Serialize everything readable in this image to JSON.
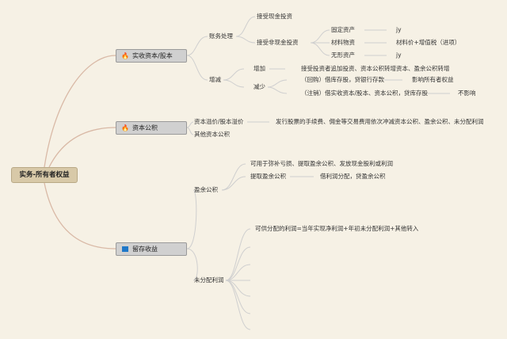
{
  "root": {
    "label": "实务-所有者权益"
  },
  "topics": {
    "paid_in": "实收资本/股本",
    "capital_reserve": "资本公积",
    "retained": "留存收益"
  },
  "icons": {
    "fire": "fire-icon",
    "flag": "flag-icon",
    "fire_color": "#e2552b",
    "flag_color": "#1f78c8"
  },
  "paid_in": {
    "accounting": "账务处理",
    "cash_invest": "接受现金投资",
    "noncash_invest": "接受非现金投资",
    "fixed_assets": "固定资产",
    "materials": "材料物资",
    "intangibles": "无形资产",
    "fixed_val": "jy",
    "materials_val": "材料价+增值税（进项）",
    "intangibles_val": "jy",
    "change": "增减",
    "increase": "增加",
    "increase_desc": "接受投资者追加投资、资本公积转增资本、盈余公积转增",
    "decrease": "减少",
    "buyback": "（回购）借库存股，贷银行存款",
    "buyback_effect": "影响所有者权益",
    "cancel": "（注销）借实收资本/股本、资本公积，贷库存股",
    "cancel_effect": "不影响"
  },
  "capital_reserve": {
    "premium": "资本溢价/股本溢价",
    "premium_desc": "发行股票的手续费、佣金等交易费用依次冲减资本公积、盈余公积、未分配利润",
    "other": "其他资本公积"
  },
  "retained": {
    "surplus": "盈余公积",
    "surplus_use": "可用于弥补亏损、提取盈余公积、发放现金股利或利润",
    "surplus_draw": "提取盈余公积",
    "surplus_entry": "借利润分配，贷盈余公积",
    "undistributed": "未分配利润",
    "distributable": "可供分配的利润=当年实现净利润+年初未分配利润+其他转入"
  }
}
